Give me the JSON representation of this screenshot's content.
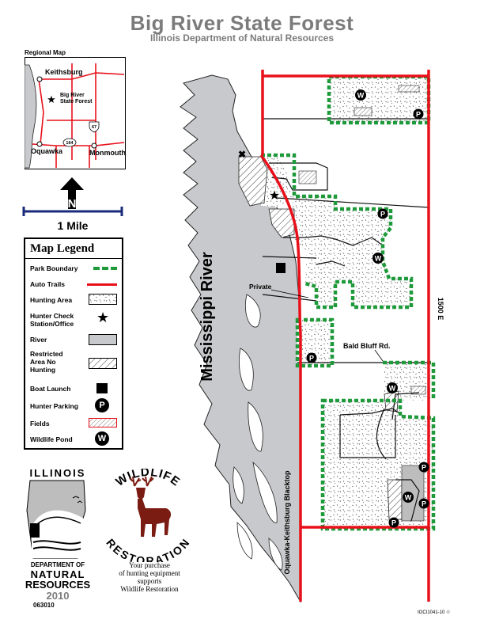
{
  "header": {
    "title": "Big River State Forest",
    "subtitle": "Illinois Department of Natural Resources"
  },
  "regional_map": {
    "heading": "Regional Map",
    "towns": [
      "Keithsburg",
      "Oquawka",
      "Monmouth"
    ],
    "forest_label_line1": "Big River",
    "forest_label_line2": "State Forest",
    "route_shields": [
      "67",
      "164"
    ]
  },
  "scale": {
    "north": "N",
    "scale_label": "1 Mile"
  },
  "legend": {
    "title": "Map Legend",
    "items": [
      {
        "label": "Park Boundary",
        "symbol": "park-boundary"
      },
      {
        "label": "Auto Trails",
        "symbol": "auto-trails"
      },
      {
        "label": "Hunting Area",
        "symbol": "hunting-area"
      },
      {
        "label": "Hunter Check Station/Office",
        "symbol": "star"
      },
      {
        "label": "River",
        "symbol": "river"
      },
      {
        "label": "Restricted Area No Hunting",
        "symbol": "restricted"
      },
      {
        "label": "Boat Launch",
        "symbol": "boat-launch"
      },
      {
        "label": "Hunter Parking",
        "symbol": "parking"
      },
      {
        "label": "Fields",
        "symbol": "fields"
      },
      {
        "label": "Wildlife Pond",
        "symbol": "pond"
      }
    ],
    "parking_letter": "P",
    "pond_letter": "W"
  },
  "map": {
    "river_label": "Mississippi River",
    "private_label": "Private",
    "road_bald_bluff": "Bald Bluff Rd.",
    "road_1500e": "1500 E",
    "road_blacktop": "Oquawka-Keithsburg Blacktop"
  },
  "idnr_logo": {
    "line1": "ILLINOIS",
    "line2": "DEPARTMENT OF",
    "line3": "NATURAL",
    "line4": "RESOURCES",
    "year": "2010",
    "code": "063010"
  },
  "wildlife_restoration": {
    "arc_top": "WILDLIFE",
    "arc_bottom": "RESTORATION",
    "caption_line1": "Your purchase",
    "caption_line2": "of hunting equipment",
    "caption_line3": "supports",
    "caption_line4": "Wildlife Restoration"
  },
  "footer": {
    "print_code": "IOCI1041-10 ♲"
  },
  "colors": {
    "title_gray": "#7b7b7b",
    "road_red": "#e8101a",
    "boundary_green": "#1e9a3a",
    "river_gray": "#c8c9cc",
    "navy": "#1a2a7a",
    "deer_brown": "#7a1c12"
  }
}
